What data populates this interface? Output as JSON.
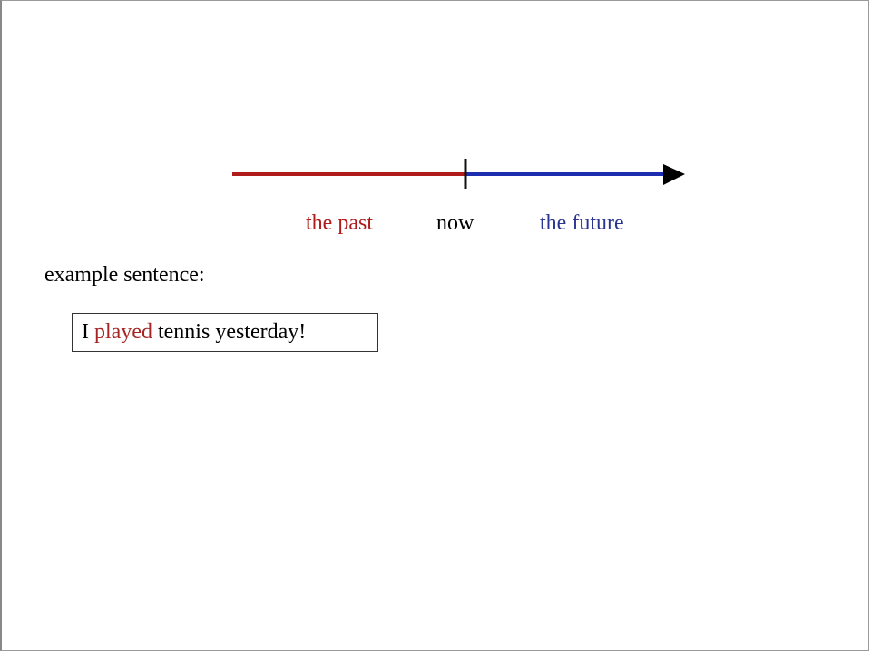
{
  "timeline": {
    "past_label": "the past",
    "now_label": "now",
    "future_label": "the future",
    "colors": {
      "past": "#b01c1c",
      "future": "#1c2db0",
      "now_marker": "#111111",
      "arrow": "#000000"
    }
  },
  "example": {
    "label": "example sentence:",
    "sentence": {
      "before": "I ",
      "highlight": "played",
      "after": " tennis yesterday!"
    },
    "highlight_color": "#a52525"
  }
}
